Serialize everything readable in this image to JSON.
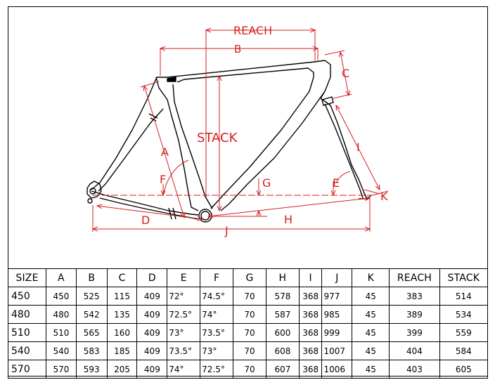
{
  "diagram": {
    "labels": {
      "reach": "REACH",
      "b": "B",
      "c": "C",
      "stack": "STACK",
      "a": "A",
      "f": "F",
      "g": "G",
      "e": "E",
      "i": "I",
      "k": "K",
      "d": "D",
      "h": "H",
      "j": "J"
    },
    "colors": {
      "frame": "#000000",
      "dimension": "#d62020"
    }
  },
  "table": {
    "headers": [
      "SIZE",
      "A",
      "B",
      "C",
      "D",
      "E",
      "F",
      "G",
      "H",
      "I",
      "J",
      "K",
      "REACH",
      "STACK"
    ],
    "rows": [
      [
        "450",
        "450",
        "525",
        "115",
        "409",
        "72°",
        "74.5°",
        "70",
        "578",
        "368",
        "977",
        "45",
        "383",
        "514"
      ],
      [
        "480",
        "480",
        "542",
        "135",
        "409",
        "72.5°",
        "74°",
        "70",
        "587",
        "368",
        "985",
        "45",
        "389",
        "534"
      ],
      [
        "510",
        "510",
        "565",
        "160",
        "409",
        "73°",
        "73.5°",
        "70",
        "600",
        "368",
        "999",
        "45",
        "399",
        "559"
      ],
      [
        "540",
        "540",
        "583",
        "185",
        "409",
        "73.5°",
        "73°",
        "70",
        "608",
        "368",
        "1007",
        "45",
        "404",
        "584"
      ],
      [
        "570",
        "570",
        "593",
        "205",
        "409",
        "74°",
        "72.5°",
        "70",
        "607",
        "368",
        "1006",
        "45",
        "403",
        "605"
      ]
    ]
  }
}
